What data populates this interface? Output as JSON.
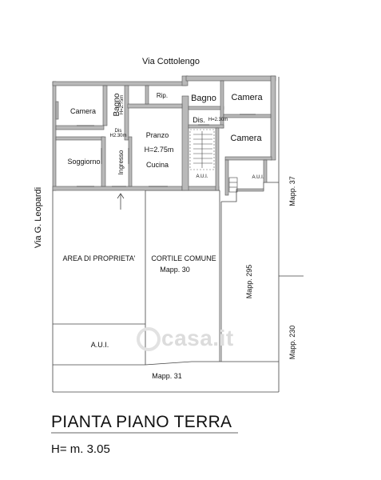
{
  "streets": {
    "north": "Via Cottolengo",
    "west": "Via G. Leopardi"
  },
  "rooms": {
    "camera_left": "Camera",
    "bagno_left": "Bagno",
    "bagno_left_height": "H=2.75m",
    "rip": "Rip.",
    "bagno_right": "Bagno",
    "camera_top_right": "Camera",
    "dis": "Dis.",
    "dis_height": "H=2.30m",
    "dis_left": "Dis",
    "dis_left_height": "H2.30m",
    "camera_right": "Camera",
    "soggiorno": "Soggiorno",
    "ingresso": "Ingresso",
    "pranzo": "Pranzo",
    "pranzo_height": "H=2.75m",
    "cucina": "Cucina",
    "aui_stair": "A.U.I.",
    "aui_right": "A.U.I."
  },
  "areas": {
    "area_proprieta": "AREA DI PROPRIETA'",
    "cortile": "CORTILE COMUNE",
    "cortile_mapp": "Mapp. 30",
    "aui_bottom": "A.U.I.",
    "mapp_295": "Mapp. 295",
    "mapp_37": "Mapp. 37",
    "mapp_230": "Mapp. 230",
    "mapp_31": "Mapp. 31"
  },
  "title": "PIANTA PIANO TERRA",
  "subtitle": "H= m. 3.05",
  "watermark": "casa.it"
}
